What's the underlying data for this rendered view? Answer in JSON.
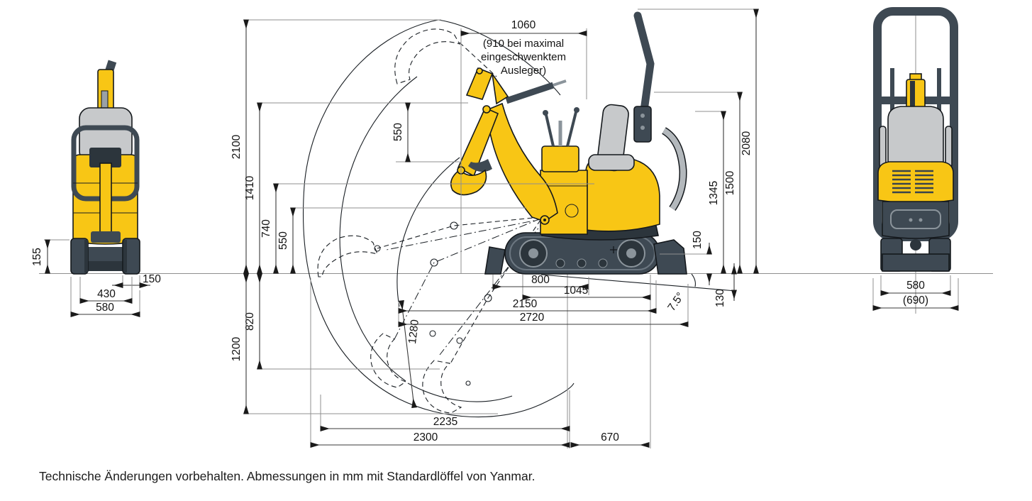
{
  "footer_note": "Technische Änderungen vorbehalten. Abmessungen in mm mit Standardlöffel von Yanmar.",
  "colors": {
    "machine_yellow": "#F8C615",
    "machine_dark_gray": "#3E4953",
    "seat_light_gray": "#C7C9CB",
    "dimension_line": "#3A3A3A",
    "extension_line": "#8F8F8F"
  },
  "front_view": {
    "dims": {
      "track_height": "155",
      "track_width": "150",
      "track_gauge": "430",
      "overall_width": "580"
    }
  },
  "side_view": {
    "dims": {
      "boom_swing_width": "1060",
      "boom_swing_note1": "(910 bei maximal",
      "boom_swing_note2": "eingeschwenktem",
      "boom_swing_note3": "Ausleger)",
      "max_height": "2100",
      "height_1410": "1410",
      "height_740": "740",
      "height_550": "550",
      "mid_550": "550",
      "overall_height": "2080",
      "rops_height": "1500",
      "height_1345": "1345",
      "ground_clearance": "150",
      "depth_820": "820",
      "max_digging_depth": "1200",
      "vertical_depth": "1280",
      "length_800": "800",
      "track_length": "1045",
      "length_2150": "2150",
      "reach_2720": "2720",
      "reach_2235": "2235",
      "max_reach_2300": "2300",
      "tail_length": "670",
      "blade_drop": "130",
      "blade_angle": "7.5°"
    }
  },
  "rear_view": {
    "dims": {
      "overall_width": "580",
      "rops_width": "(690)"
    }
  }
}
